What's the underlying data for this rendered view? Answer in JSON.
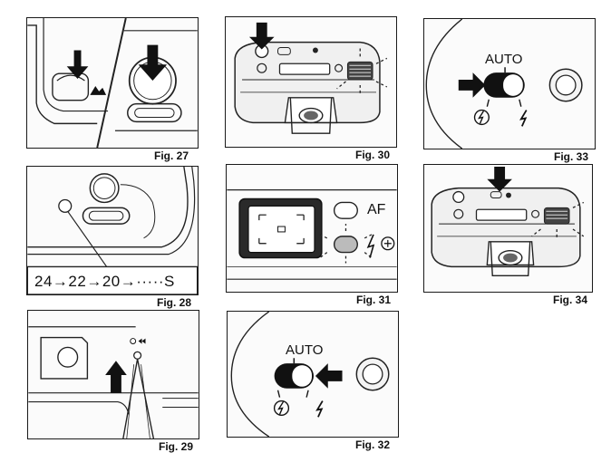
{
  "figures": {
    "fig27": {
      "caption": "Fig. 27"
    },
    "fig28": {
      "caption": "Fig. 28",
      "sequence": "24→22→20→·····S"
    },
    "fig29": {
      "caption": "Fig. 29"
    },
    "fig30": {
      "caption": "Fig. 30"
    },
    "fig31": {
      "caption": "Fig. 31",
      "af_label": "AF"
    },
    "fig32": {
      "caption": "Fig. 32",
      "mode_label": "AUTO"
    },
    "fig33": {
      "caption": "Fig. 33",
      "mode_label": "AUTO"
    },
    "fig34": {
      "caption": "Fig. 34"
    }
  },
  "icons": [
    "down-arrow-icon",
    "up-arrow-icon",
    "right-arrow-icon",
    "left-arrow-icon",
    "flash-icon",
    "flash-off-icon",
    "rewind-icon",
    "mountain-icon"
  ]
}
